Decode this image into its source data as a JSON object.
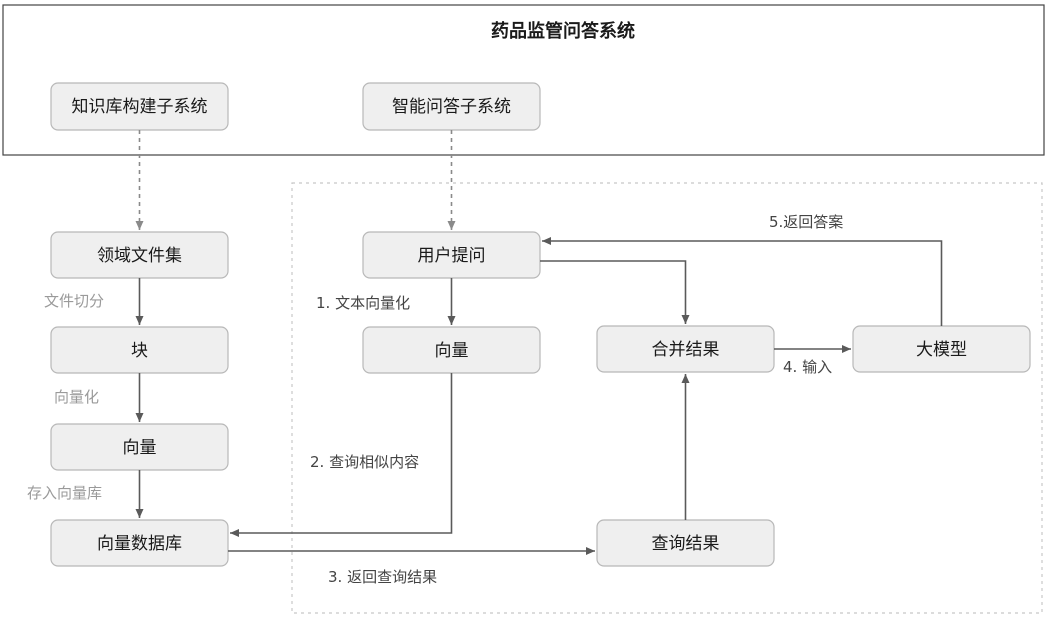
{
  "title": "药品监管问答系统",
  "nodes": {
    "kb_subsystem": "知识库构建子系统",
    "qa_subsystem": "智能问答子系统",
    "domain_files": "领域文件集",
    "chunk": "块",
    "vector_left": "向量",
    "vector_db": "向量数据库",
    "user_question": "用户提问",
    "vector_right": "向量",
    "merge_results": "合并结果",
    "llm": "大模型",
    "query_results": "查询结果"
  },
  "edge_labels": {
    "file_split": "文件切分",
    "vectorize": "向量化",
    "store_vector_db": "存入向量库",
    "step1": "1. 文本向量化",
    "step2": "2. 查询相似内容",
    "step3": "3. 返回查询结果",
    "step4": "4. 输入",
    "step5": "5.返回答案"
  }
}
